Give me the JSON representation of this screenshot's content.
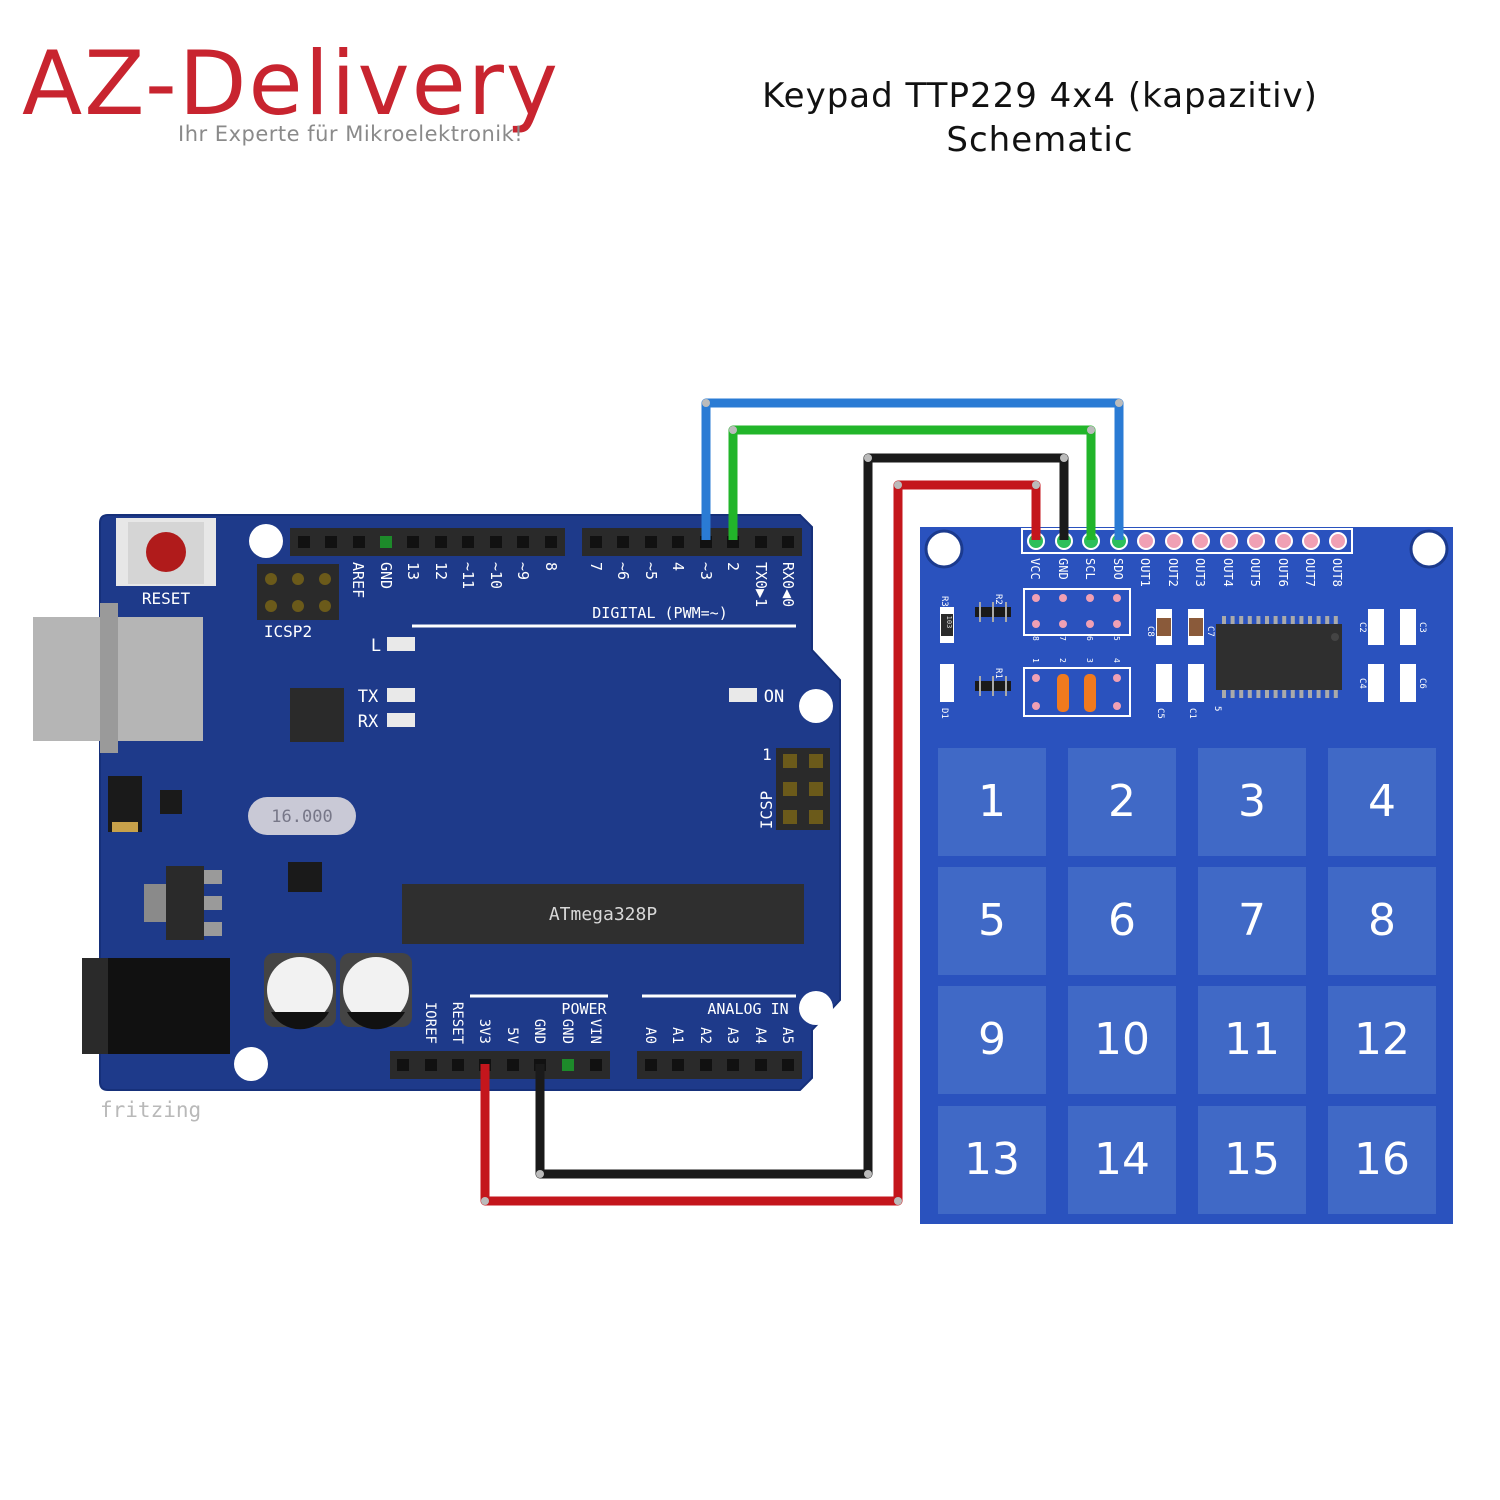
{
  "logo": {
    "brand": "AZ-Delivery",
    "tagline": "Ihr Experte für Mikroelektronik!"
  },
  "title": {
    "line1": "Keypad TTP229 4x4 (kapazitiv)",
    "line2": "Schematic"
  },
  "arduino": {
    "reset_label": "RESET",
    "icsp2_label": "ICSP2",
    "icsp_label": "ICSP",
    "icsp_pin1": "1",
    "digital_label": "DIGITAL (PWM=~)",
    "digital_pins": [
      "AREF",
      "GND",
      "13",
      "12",
      "~11",
      "~10",
      "~9",
      "8",
      "7",
      "~6",
      "~5",
      "4",
      "~3",
      "2",
      "TX0▶1",
      "RX0◀0"
    ],
    "led_l": "L",
    "led_tx": "TX",
    "led_rx": "RX",
    "led_on": "ON",
    "crystal": "16.000",
    "chip": "ATmega328P",
    "power_label": "POWER",
    "power_pins": [
      "IOREF",
      "RESET",
      "3V3",
      "5V",
      "GND",
      "GND",
      "VIN"
    ],
    "analog_label": "ANALOG IN",
    "analog_pins": [
      "A0",
      "A1",
      "A2",
      "A3",
      "A4",
      "A5"
    ],
    "fritzing": "fritzing"
  },
  "keypad": {
    "pins": [
      "VCC",
      "GND",
      "SCL",
      "SDO",
      "OUT1",
      "OUT2",
      "OUT3",
      "OUT4",
      "OUT5",
      "OUT6",
      "OUT7",
      "OUT8"
    ],
    "keys": [
      "1",
      "2",
      "3",
      "4",
      "5",
      "6",
      "7",
      "8",
      "9",
      "10",
      "11",
      "12",
      "13",
      "14",
      "15",
      "16"
    ],
    "components": {
      "r1": "R1",
      "r2": "R2",
      "r3": "R3",
      "r3_value": "103",
      "d1": "D1",
      "c1": "C1",
      "c2": "C2",
      "c3": "C3",
      "c4": "C4",
      "c5": "C5",
      "c6": "C6",
      "c7": "C7",
      "c8": "C8",
      "ic_pin": "5"
    },
    "jumper_top": [
      "8",
      "7",
      "6",
      "5"
    ],
    "jumper_bottom": [
      "1",
      "2",
      "3",
      "4"
    ]
  },
  "wires": [
    {
      "color": "#2a7bd4",
      "from": "~3",
      "to": "SDO"
    },
    {
      "color": "#22b52a",
      "from": "2",
      "to": "SCL"
    },
    {
      "color": "#1a1a1a",
      "from": "GND",
      "to": "GND"
    },
    {
      "color": "#c4161c",
      "from": "3V3",
      "to": "VCC"
    }
  ]
}
